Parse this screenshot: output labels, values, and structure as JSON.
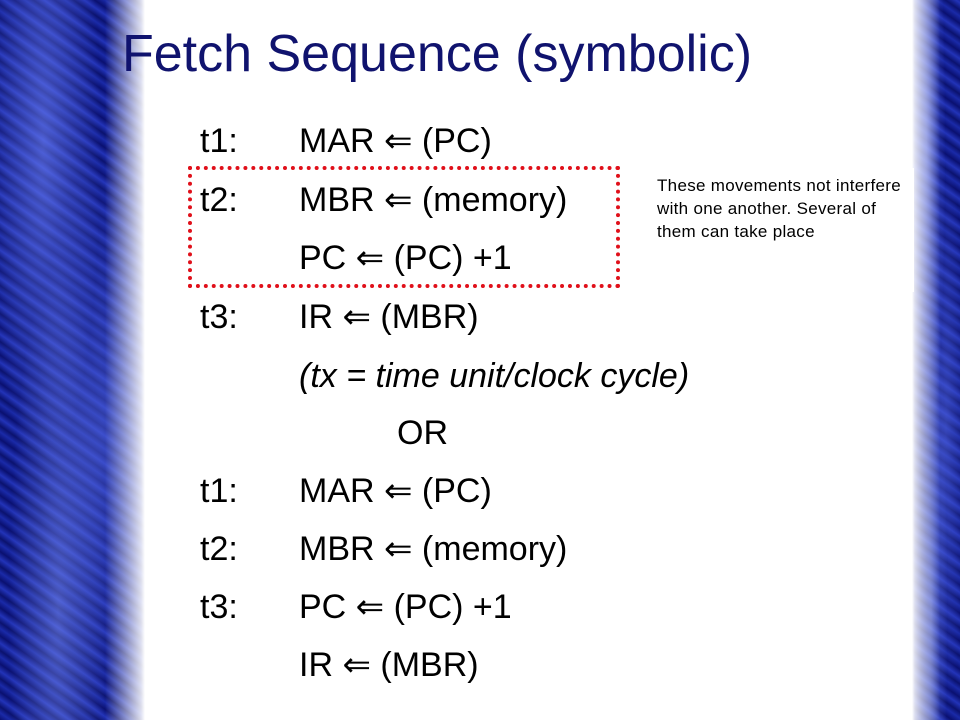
{
  "slide": {
    "title": "Fetch Sequence (symbolic)",
    "lines": [
      {
        "label": "t1:",
        "expr": "MAR ⇐ (PC)"
      },
      {
        "label": "t2:",
        "expr": "MBR ⇐ (memory)"
      },
      {
        "label": "",
        "expr": "PC ⇐ (PC) +1"
      },
      {
        "label": "t3:",
        "expr": "IR ⇐ (MBR)"
      },
      {
        "label": "",
        "expr": "(tx = time unit/clock cycle)"
      },
      {
        "label": "",
        "expr": "OR"
      },
      {
        "label": "t1:",
        "expr": "MAR ⇐ (PC)"
      },
      {
        "label": "t2:",
        "expr": "MBR ⇐ (memory)"
      },
      {
        "label": "t3:",
        "expr": "PC ⇐ (PC) +1"
      },
      {
        "label": "",
        "expr": "IR ⇐ (MBR)"
      }
    ],
    "note": "These movements not interfere with one another. Several of them can take place"
  },
  "colors": {
    "title": "#10136e",
    "highlight_border": "#e0101a",
    "side_panel": "#1a2aa8"
  }
}
